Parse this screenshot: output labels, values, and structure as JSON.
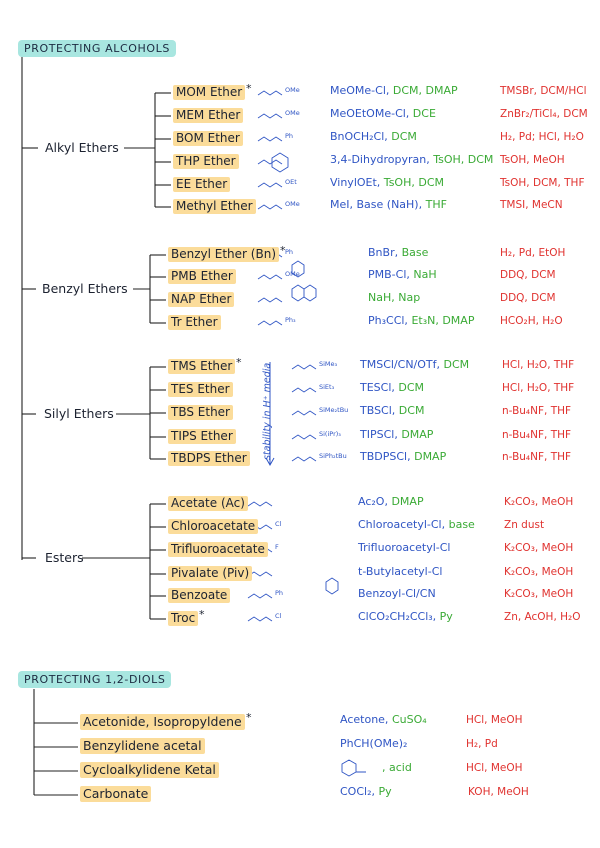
{
  "sections": {
    "alcohols": {
      "title": "PROTECTING ALCOHOLS",
      "groups": {
        "alkyl": {
          "label": "Alkyl Ethers",
          "items": [
            {
              "name": "MOM Ether",
              "star": "*",
              "reagent": [
                {
                  "t": "MeOMe-Cl, ",
                  "c": "b"
                },
                {
                  "t": "DCM, DMAP",
                  "c": "g"
                }
              ],
              "deprotect": "TMSBr, DCM/HCl",
              "struct": "OMe"
            },
            {
              "name": "MEM Ether",
              "star": "",
              "reagent": [
                {
                  "t": "MeOEtOMe-Cl, ",
                  "c": "b"
                },
                {
                  "t": "DCE",
                  "c": "g"
                }
              ],
              "deprotect": "ZnBr₂/TiCl₄, DCM",
              "struct": "OMe"
            },
            {
              "name": "BOM Ether",
              "star": "",
              "reagent": [
                {
                  "t": "BnOCH₂Cl, ",
                  "c": "b"
                },
                {
                  "t": "DCM",
                  "c": "g"
                }
              ],
              "deprotect": "H₂, Pd; HCl, H₂O",
              "struct": "Ph"
            },
            {
              "name": "THP Ether",
              "star": "",
              "reagent": [
                {
                  "t": "3,4-Dihydropyran, ",
                  "c": "b"
                },
                {
                  "t": "TsOH, DCM",
                  "c": "g"
                }
              ],
              "deprotect": "TsOH, MeOH",
              "struct": ""
            },
            {
              "name": "EE Ether",
              "star": "",
              "reagent": [
                {
                  "t": "VinylOEt, ",
                  "c": "b"
                },
                {
                  "t": "TsOH, DCM",
                  "c": "g"
                }
              ],
              "deprotect": "TsOH, DCM, THF",
              "struct": "OEt"
            },
            {
              "name": "Methyl Ether",
              "star": "",
              "reagent": [
                {
                  "t": "MeI, Base (NaH), ",
                  "c": "b"
                },
                {
                  "t": "THF",
                  "c": "g"
                }
              ],
              "deprotect": "TMSI, MeCN",
              "struct": "OMe"
            }
          ]
        },
        "benzyl": {
          "label": "Benzyl Ethers",
          "items": [
            {
              "name": "Benzyl Ether (Bn)",
              "star": "*",
              "reagent": [
                {
                  "t": "BnBr, ",
                  "c": "b"
                },
                {
                  "t": "Base",
                  "c": "g"
                }
              ],
              "deprotect": "H₂, Pd, EtOH",
              "struct": "Ph"
            },
            {
              "name": "PMB Ether",
              "star": "",
              "reagent": [
                {
                  "t": "PMB-Cl, ",
                  "c": "b"
                },
                {
                  "t": "NaH",
                  "c": "g"
                }
              ],
              "deprotect": "DDQ, DCM",
              "struct": "OMe"
            },
            {
              "name": "NAP Ether",
              "star": "",
              "reagent": [
                {
                  "t": "NaH, Nap",
                  "c": "g"
                }
              ],
              "deprotect": "DDQ, DCM",
              "struct": ""
            },
            {
              "name": "Tr Ether",
              "star": "",
              "reagent": [
                {
                  "t": "Ph₃CCl, ",
                  "c": "b"
                },
                {
                  "t": "Et₃N, DMAP",
                  "c": "g"
                }
              ],
              "deprotect": "HCO₂H, H₂O",
              "struct": "Ph₃"
            }
          ]
        },
        "silyl": {
          "label": "Silyl Ethers",
          "stability_label": "stability in H⁺ media",
          "items": [
            {
              "name": "TMS Ether",
              "star": "*",
              "reagent": [
                {
                  "t": "TMSCl/CN/OTf, ",
                  "c": "b"
                },
                {
                  "t": "DCM",
                  "c": "g"
                }
              ],
              "deprotect": "HCl, H₂O, THF",
              "struct": "SiMe₃"
            },
            {
              "name": "TES Ether",
              "star": "",
              "reagent": [
                {
                  "t": "TESCl, ",
                  "c": "b"
                },
                {
                  "t": "DCM",
                  "c": "g"
                }
              ],
              "deprotect": "HCl, H₂O, THF",
              "struct": "SiEt₃"
            },
            {
              "name": "TBS Ether",
              "star": "",
              "reagent": [
                {
                  "t": "TBSCl, ",
                  "c": "b"
                },
                {
                  "t": "DCM",
                  "c": "g"
                }
              ],
              "deprotect": "n-Bu₄NF, THF",
              "struct": "SiMe₂tBu"
            },
            {
              "name": "TIPS Ether",
              "star": "",
              "reagent": [
                {
                  "t": "TIPSCl, ",
                  "c": "b"
                },
                {
                  "t": "DMAP",
                  "c": "g"
                }
              ],
              "deprotect": "n-Bu₄NF, THF",
              "struct": "Si(iPr)₃"
            },
            {
              "name": "TBDPS Ether",
              "star": "",
              "reagent": [
                {
                  "t": "TBDPSCl, ",
                  "c": "b"
                },
                {
                  "t": "DMAP",
                  "c": "g"
                }
              ],
              "deprotect": "n-Bu₄NF, THF",
              "struct": "SiPh₂tBu"
            }
          ]
        },
        "esters": {
          "label": "Esters",
          "items": [
            {
              "name": "Acetate (Ac)",
              "star": "",
              "reagent": [
                {
                  "t": "Ac₂O, ",
                  "c": "b"
                },
                {
                  "t": "DMAP",
                  "c": "g"
                }
              ],
              "deprotect": "K₂CO₃, MeOH",
              "struct": ""
            },
            {
              "name": "Chloroacetate",
              "star": "",
              "reagent": [
                {
                  "t": "Chloroacetyl-Cl, ",
                  "c": "b"
                },
                {
                  "t": "base",
                  "c": "g"
                }
              ],
              "deprotect": "Zn dust",
              "struct": "Cl"
            },
            {
              "name": "Trifluoroacetate",
              "star": "",
              "reagent": [
                {
                  "t": "Trifluoroacetyl-Cl",
                  "c": "b"
                }
              ],
              "deprotect": "K₂CO₃, MeOH",
              "struct": "F"
            },
            {
              "name": "Pivalate (Piv)",
              "star": "",
              "reagent": [
                {
                  "t": "t-Butylacetyl-Cl",
                  "c": "b"
                }
              ],
              "deprotect": "K₂CO₃, MeOH",
              "struct": ""
            },
            {
              "name": "Benzoate",
              "star": "",
              "reagent": [
                {
                  "t": "Benzoyl-Cl/CN",
                  "c": "b"
                }
              ],
              "deprotect": "K₂CO₃, MeOH",
              "struct": "Ph"
            },
            {
              "name": "Troc",
              "star": "*",
              "reagent": [
                {
                  "t": "ClCO₂CH₂CCl₃, ",
                  "c": "b"
                },
                {
                  "t": "Py",
                  "c": "g"
                }
              ],
              "deprotect": "Zn, AcOH, H₂O",
              "struct": "Cl"
            }
          ]
        }
      }
    },
    "diols": {
      "title": "PROTECTING 1,2-DIOLS",
      "items": [
        {
          "name": "Acetonide, Isopropyldene",
          "star": "*",
          "reagent": [
            {
              "t": "Acetone, ",
              "c": "b"
            },
            {
              "t": "CuSO₄",
              "c": "g"
            }
          ],
          "deprotect": "HCl, MeOH"
        },
        {
          "name": "Benzylidene acetal",
          "star": "",
          "reagent": [
            {
              "t": "PhCH(OMe)₂",
              "c": "b"
            }
          ],
          "deprotect": "H₂, Pd"
        },
        {
          "name": "Cycloalkylidene Ketal",
          "star": "",
          "reagent": [
            {
              "t": ", acid",
              "c": "g"
            }
          ],
          "deprotect": "HCl, MeOH"
        },
        {
          "name": "Carbonate",
          "star": "",
          "reagent": [
            {
              "t": "COCl₂, ",
              "c": "b"
            },
            {
              "t": "Py",
              "c": "g"
            }
          ],
          "deprotect": "KOH, MeOH"
        }
      ]
    }
  },
  "colors": {
    "header_bg": "#a8e6e0",
    "highlight": "#fbdc9a",
    "reagent": "#2f55c4",
    "solvent": "#3aaa35",
    "deprotect": "#e0322f",
    "line": "#222222"
  }
}
